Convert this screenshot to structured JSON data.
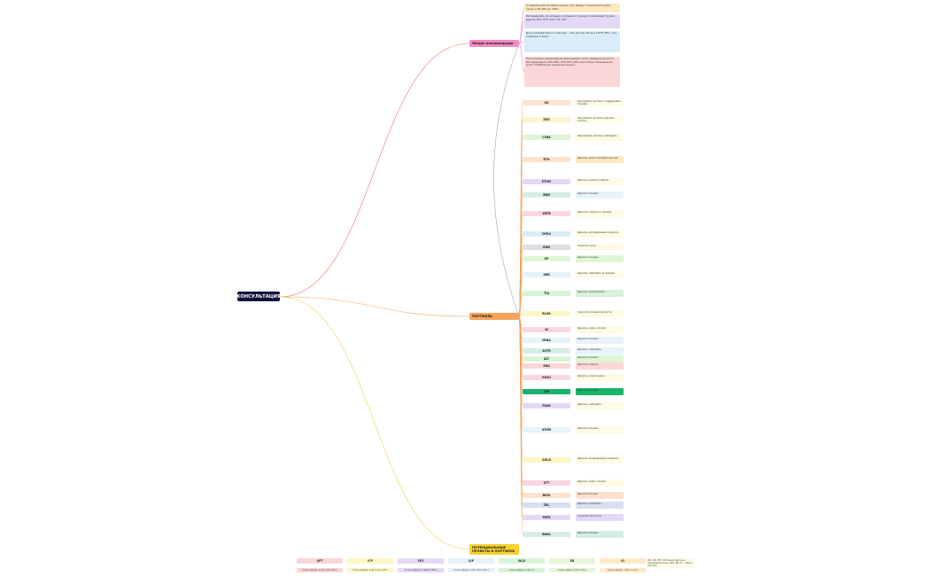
{
  "root": "КОНСУЛЬТАЦИЯ",
  "branches": {
    "general": "Общие рекомендации",
    "portfolio": "ПОРТФЕЛЬ",
    "potential": "ПОТЕНЦИАЛЬНЫЕ ПРОЕКТЫ В ПОРТФЕЛЬ"
  },
  "recommendations": [
    {
      "text": "Основная доля активов в рынке. Пул Индекс мониторинга доли: рынок в 35-40% до 100%",
      "color": "#fde9c4"
    },
    {
      "text": "Распределить по активам, которые по тренду отслеживают лучше других: BTC, ETH, SOL, TIA, APT",
      "color": "#e5d8f6"
    },
    {
      "text": "Для консервативного подхода — без рисков. Можно в ETH, BTC / пул. Стейкинг-2 вида.",
      "color": "#d9ecf8"
    },
    {
      "text": "Настоятельно рекомендуем фиксировать часть прибыли на росте. Распределение: 50% BTC, 30% ETH, 20% альткоины. Повышенная доля стейблов при коррекции рынка.",
      "color": "#fbd6d6"
    }
  ],
  "tickers": [
    {
      "name": "OX",
      "color": "#fde2cf",
      "note": "Фиксировать частично, поддерживать позицию.",
      "note_color": "#fdfbe6"
    },
    {
      "name": "ZRO",
      "color": "#fdf3cf",
      "note": "Фиксировать частично, держать остаток.",
      "note_color": "#fdfbe6"
    },
    {
      "name": "CYBA",
      "color": "#dff5d6",
      "note": "Фиксировать частично, наблюдать.",
      "note_color": "#fdfbe6"
    },
    {
      "name": "ETH",
      "color": "#fde2cf",
      "note": "Держать, доля в портфеле крупная.",
      "note_color": "#fde9c4"
    },
    {
      "name": "ETHFI",
      "color": "#e5d8f6",
      "note": "Держать, оценить стейкинг.",
      "note_color": "#fdfbe6"
    },
    {
      "name": "BNB",
      "color": "#d6ede6",
      "note": "Держать позицию.",
      "note_color": "#e6f3f9"
    },
    {
      "name": "WIFB",
      "color": "#fbd6e2",
      "note": "Держать, следить за трендом.",
      "note_color": "#fdfbe6"
    },
    {
      "name": "DYDX",
      "color": "#d9ecf8",
      "note": "Держать, распределение сохранить.",
      "note_color": "#fdfbe6"
    },
    {
      "name": "RDN",
      "color": "#dcdfe3",
      "note": "Сократить долю.",
      "note_color": "#fdfbe6"
    },
    {
      "name": "OP",
      "color": "#dff5d6",
      "note": "Держать позицию.",
      "note_color": "#dff5d6"
    },
    {
      "name": "ARB",
      "color": "#e6f3f9",
      "note": "Держать, наблюдать за трендом.",
      "note_color": "#fdfbe6"
    },
    {
      "name": "TIA",
      "color": "#d6f5d6",
      "note": "Держать, крупная доля.",
      "note_color": "#d9f0d9"
    },
    {
      "name": "BLUR",
      "color": "#fdf7c4",
      "note": "Сократить позицию при росте.",
      "note_color": "#fdfbe6"
    },
    {
      "name": "W",
      "color": "#fbd6e2",
      "note": "Держать, ждать сигнала.",
      "note_color": "#fdfbe6"
    },
    {
      "name": "MINA",
      "color": "#e6f3f9",
      "note": "Держать позицию.",
      "note_color": "#e6f3f9"
    },
    {
      "name": "ASTR",
      "color": "#d6ede6",
      "note": "Держать, наблюдать.",
      "note_color": "#e6f3f9"
    },
    {
      "name": "ALT",
      "color": "#d6f5d6",
      "note": "Держать позицию.",
      "note_color": "#dff5d6"
    },
    {
      "name": "ENA",
      "color": "#fbd6d6",
      "note": "Держать, следить.",
      "note_color": "#fbd6d6"
    },
    {
      "name": "REVO",
      "color": "#fbd6e2",
      "note": "Держать, оценить долю.",
      "note_color": "#fdfbe6"
    },
    {
      "name": "OM",
      "color": "#19b36b",
      "note": "Держать позицию.",
      "note_color": "#19b36b"
    },
    {
      "name": "PEAR",
      "color": "#e5d8f6",
      "note": "Держать, наблюдать.",
      "note_color": "#fdfbe6"
    },
    {
      "name": "ATOM",
      "color": "#e6f3f9",
      "note": "Держать позицию.",
      "note_color": "#fdfbe6"
    },
    {
      "name": "GOLD",
      "color": "#fdf7c4",
      "note": "Держать, распределение сохранить.",
      "note_color": "#fdfbe6"
    },
    {
      "name": "STT",
      "color": "#fbd6e2",
      "note": "Держать, ждать сигнала.",
      "note_color": "#fdfbe6"
    },
    {
      "name": "BIGG",
      "color": "#fde2cf",
      "note": "Держать позицию.",
      "note_color": "#fde2cf"
    },
    {
      "name": "ZRL",
      "color": "#d9dff0",
      "note": "Держать, наблюдать.",
      "note_color": "#d9dff0"
    },
    {
      "name": "PEPE",
      "color": "#e5d8f6",
      "note": "Сократить при росте.",
      "note_color": "#e5d8f6"
    },
    {
      "name": "BANL",
      "color": "#d6ede6",
      "note": "Держать позицию.",
      "note_color": "#d6ede6"
    }
  ],
  "potential_projects": [
    {
      "name": "APT",
      "color": "#fbd6d6",
      "entry": "Точки набора: 0.02, 0.03, 0.05 s"
    },
    {
      "name": "ICP",
      "color": "#fdf7c4",
      "entry": "Точки набора: 0.20, 0.22, 0.25 s"
    },
    {
      "name": "SEY",
      "color": "#e5d8f6",
      "entry": "Точки набора: 0.0020 0.0031"
    },
    {
      "name": "JUP",
      "color": "#e6f3f9",
      "entry": "Точки набора: 0.45, 0.50, 0.60 s"
    },
    {
      "name": "WLD",
      "color": "#d6f5d6",
      "entry": "Точки набора: 1.55, 2 s"
    },
    {
      "name": "EB",
      "color": "#e8f5d6",
      "entry": "Точки набора: 0.20, 0.25 s"
    },
    {
      "name": "IO",
      "color": "#fde9c4",
      "entry": "Точки набора: 1.50, 2, 2.5 s"
    }
  ],
  "bottom_note": "APT, ICP, SEY, JUP можно брать на нахождении цены; WLD, EB, IO — брать частями."
}
